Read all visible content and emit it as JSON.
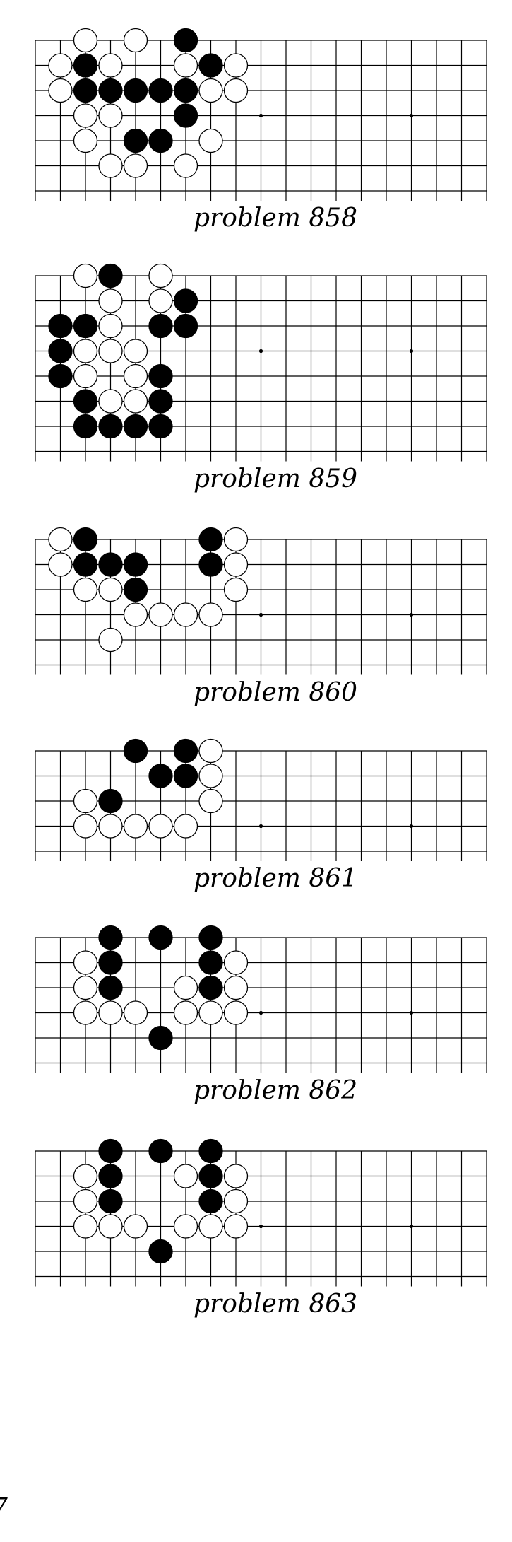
{
  "page_number": "7",
  "problems": [
    {
      "caption": "problem 858",
      "black": [
        [
          6,
          0
        ],
        [
          2,
          1
        ],
        [
          7,
          1
        ],
        [
          2,
          2
        ],
        [
          3,
          2
        ],
        [
          4,
          2
        ],
        [
          5,
          2
        ],
        [
          6,
          2
        ],
        [
          6,
          3
        ],
        [
          4,
          4
        ],
        [
          5,
          4
        ]
      ],
      "white": [
        [
          2,
          0
        ],
        [
          4,
          0
        ],
        [
          1,
          1
        ],
        [
          3,
          1
        ],
        [
          6,
          1
        ],
        [
          8,
          1
        ],
        [
          1,
          2
        ],
        [
          7,
          2
        ],
        [
          8,
          2
        ],
        [
          2,
          3
        ],
        [
          3,
          3
        ],
        [
          2,
          4
        ],
        [
          7,
          4
        ],
        [
          3,
          5
        ],
        [
          4,
          5
        ],
        [
          6,
          5
        ]
      ]
    },
    {
      "caption": "problem 859",
      "black": [
        [
          3,
          0
        ],
        [
          6,
          1
        ],
        [
          1,
          2
        ],
        [
          2,
          2
        ],
        [
          5,
          2
        ],
        [
          6,
          2
        ],
        [
          1,
          3
        ],
        [
          1,
          4
        ],
        [
          5,
          4
        ],
        [
          2,
          5
        ],
        [
          5,
          5
        ],
        [
          2,
          6
        ],
        [
          3,
          6
        ],
        [
          4,
          6
        ],
        [
          5,
          6
        ]
      ],
      "white": [
        [
          2,
          0
        ],
        [
          5,
          0
        ],
        [
          3,
          1
        ],
        [
          5,
          1
        ],
        [
          3,
          2
        ],
        [
          2,
          3
        ],
        [
          3,
          3
        ],
        [
          4,
          3
        ],
        [
          2,
          4
        ],
        [
          4,
          4
        ],
        [
          3,
          5
        ],
        [
          4,
          5
        ]
      ]
    },
    {
      "caption": "problem 860",
      "black": [
        [
          2,
          0
        ],
        [
          7,
          0
        ],
        [
          2,
          1
        ],
        [
          3,
          1
        ],
        [
          4,
          1
        ],
        [
          7,
          1
        ],
        [
          4,
          2
        ]
      ],
      "white": [
        [
          1,
          0
        ],
        [
          8,
          0
        ],
        [
          1,
          1
        ],
        [
          8,
          1
        ],
        [
          2,
          2
        ],
        [
          3,
          2
        ],
        [
          8,
          2
        ],
        [
          4,
          3
        ],
        [
          5,
          3
        ],
        [
          6,
          3
        ],
        [
          7,
          3
        ],
        [
          3,
          4
        ]
      ]
    },
    {
      "caption": "problem 861",
      "black": [
        [
          4,
          0
        ],
        [
          6,
          0
        ],
        [
          5,
          1
        ],
        [
          6,
          1
        ],
        [
          3,
          2
        ]
      ],
      "white": [
        [
          7,
          0
        ],
        [
          7,
          1
        ],
        [
          7,
          2
        ],
        [
          2,
          2
        ],
        [
          2,
          3
        ],
        [
          3,
          3
        ],
        [
          4,
          3
        ],
        [
          5,
          3
        ],
        [
          6,
          3
        ]
      ]
    },
    {
      "caption": "problem 862",
      "black": [
        [
          3,
          0
        ],
        [
          5,
          0
        ],
        [
          7,
          0
        ],
        [
          3,
          1
        ],
        [
          7,
          1
        ],
        [
          3,
          2
        ],
        [
          7,
          2
        ],
        [
          5,
          4
        ]
      ],
      "white": [
        [
          2,
          1
        ],
        [
          8,
          1
        ],
        [
          2,
          2
        ],
        [
          6,
          2
        ],
        [
          8,
          2
        ],
        [
          2,
          3
        ],
        [
          3,
          3
        ],
        [
          4,
          3
        ],
        [
          6,
          3
        ],
        [
          7,
          3
        ],
        [
          8,
          3
        ]
      ]
    },
    {
      "caption": "problem 863",
      "black": [
        [
          3,
          0
        ],
        [
          5,
          0
        ],
        [
          7,
          0
        ],
        [
          3,
          1
        ],
        [
          7,
          1
        ],
        [
          3,
          2
        ],
        [
          7,
          2
        ],
        [
          5,
          4
        ]
      ],
      "white": [
        [
          2,
          1
        ],
        [
          6,
          1
        ],
        [
          8,
          1
        ],
        [
          2,
          2
        ],
        [
          8,
          2
        ],
        [
          2,
          3
        ],
        [
          3,
          3
        ],
        [
          4,
          3
        ],
        [
          6,
          3
        ],
        [
          7,
          3
        ],
        [
          8,
          3
        ]
      ]
    }
  ]
}
